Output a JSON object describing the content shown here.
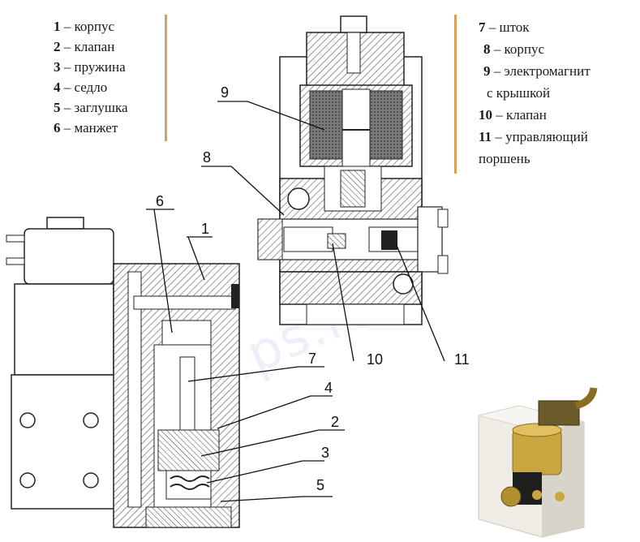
{
  "legend_left": [
    {
      "num": "1",
      "text": "– корпус"
    },
    {
      "num": "2",
      "text": "– клапан"
    },
    {
      "num": "3",
      "text": "– пружина"
    },
    {
      "num": "4",
      "text": "– седло"
    },
    {
      "num": "5",
      "text": "– заглушка"
    },
    {
      "num": "6",
      "text": "– манжет"
    }
  ],
  "legend_right": [
    {
      "num": "7",
      "text": "– шток"
    },
    {
      "num": "8",
      "text": "– корпус"
    },
    {
      "num": "9",
      "text": "– электромагнит"
    },
    {
      "num": "",
      "text": "с крышкой"
    },
    {
      "num": "10",
      "text": "– клапан"
    },
    {
      "num": "11",
      "text": "– управляющий"
    },
    {
      "num": "",
      "text": "поршень"
    }
  ],
  "callouts": {
    "c1": "1",
    "c2": "2",
    "c3": "3",
    "c4": "4",
    "c5": "5",
    "c6": "6",
    "c7": "7",
    "c8": "8",
    "c9": "9",
    "c10": "10",
    "c11": "11"
  },
  "watermark": "http://...ps.ru",
  "colors": {
    "hatch": "#555555",
    "accent_line": "#d9a05a",
    "brass": "#c9a640",
    "block": "#ece8e0"
  }
}
